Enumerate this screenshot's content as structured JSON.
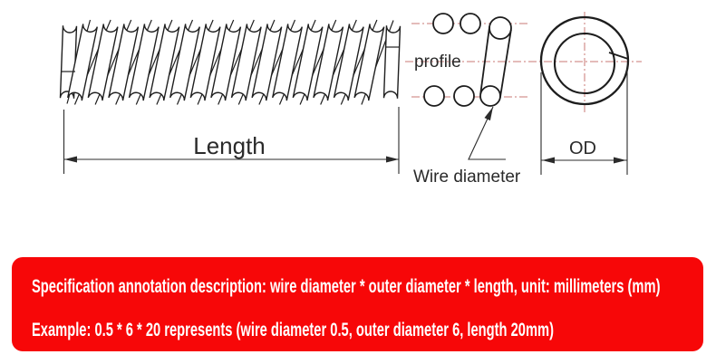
{
  "diagram": {
    "length_label": "Length",
    "profile_label": "profile",
    "wire_diameter_label": "Wire diameter",
    "od_label": "OD"
  },
  "banner": {
    "line1": "Specification annotation description: wire diameter * outer diameter * length, unit: millimeters (mm)",
    "line2": "Example: 0.5 * 6 * 20 represents (wire diameter 0.5, outer diameter 6, length 20mm)",
    "background_color": "#f70708",
    "text_color": "#ffffff"
  },
  "colors": {
    "centerline_red": "#c87876",
    "drawing_line": "#222222"
  }
}
